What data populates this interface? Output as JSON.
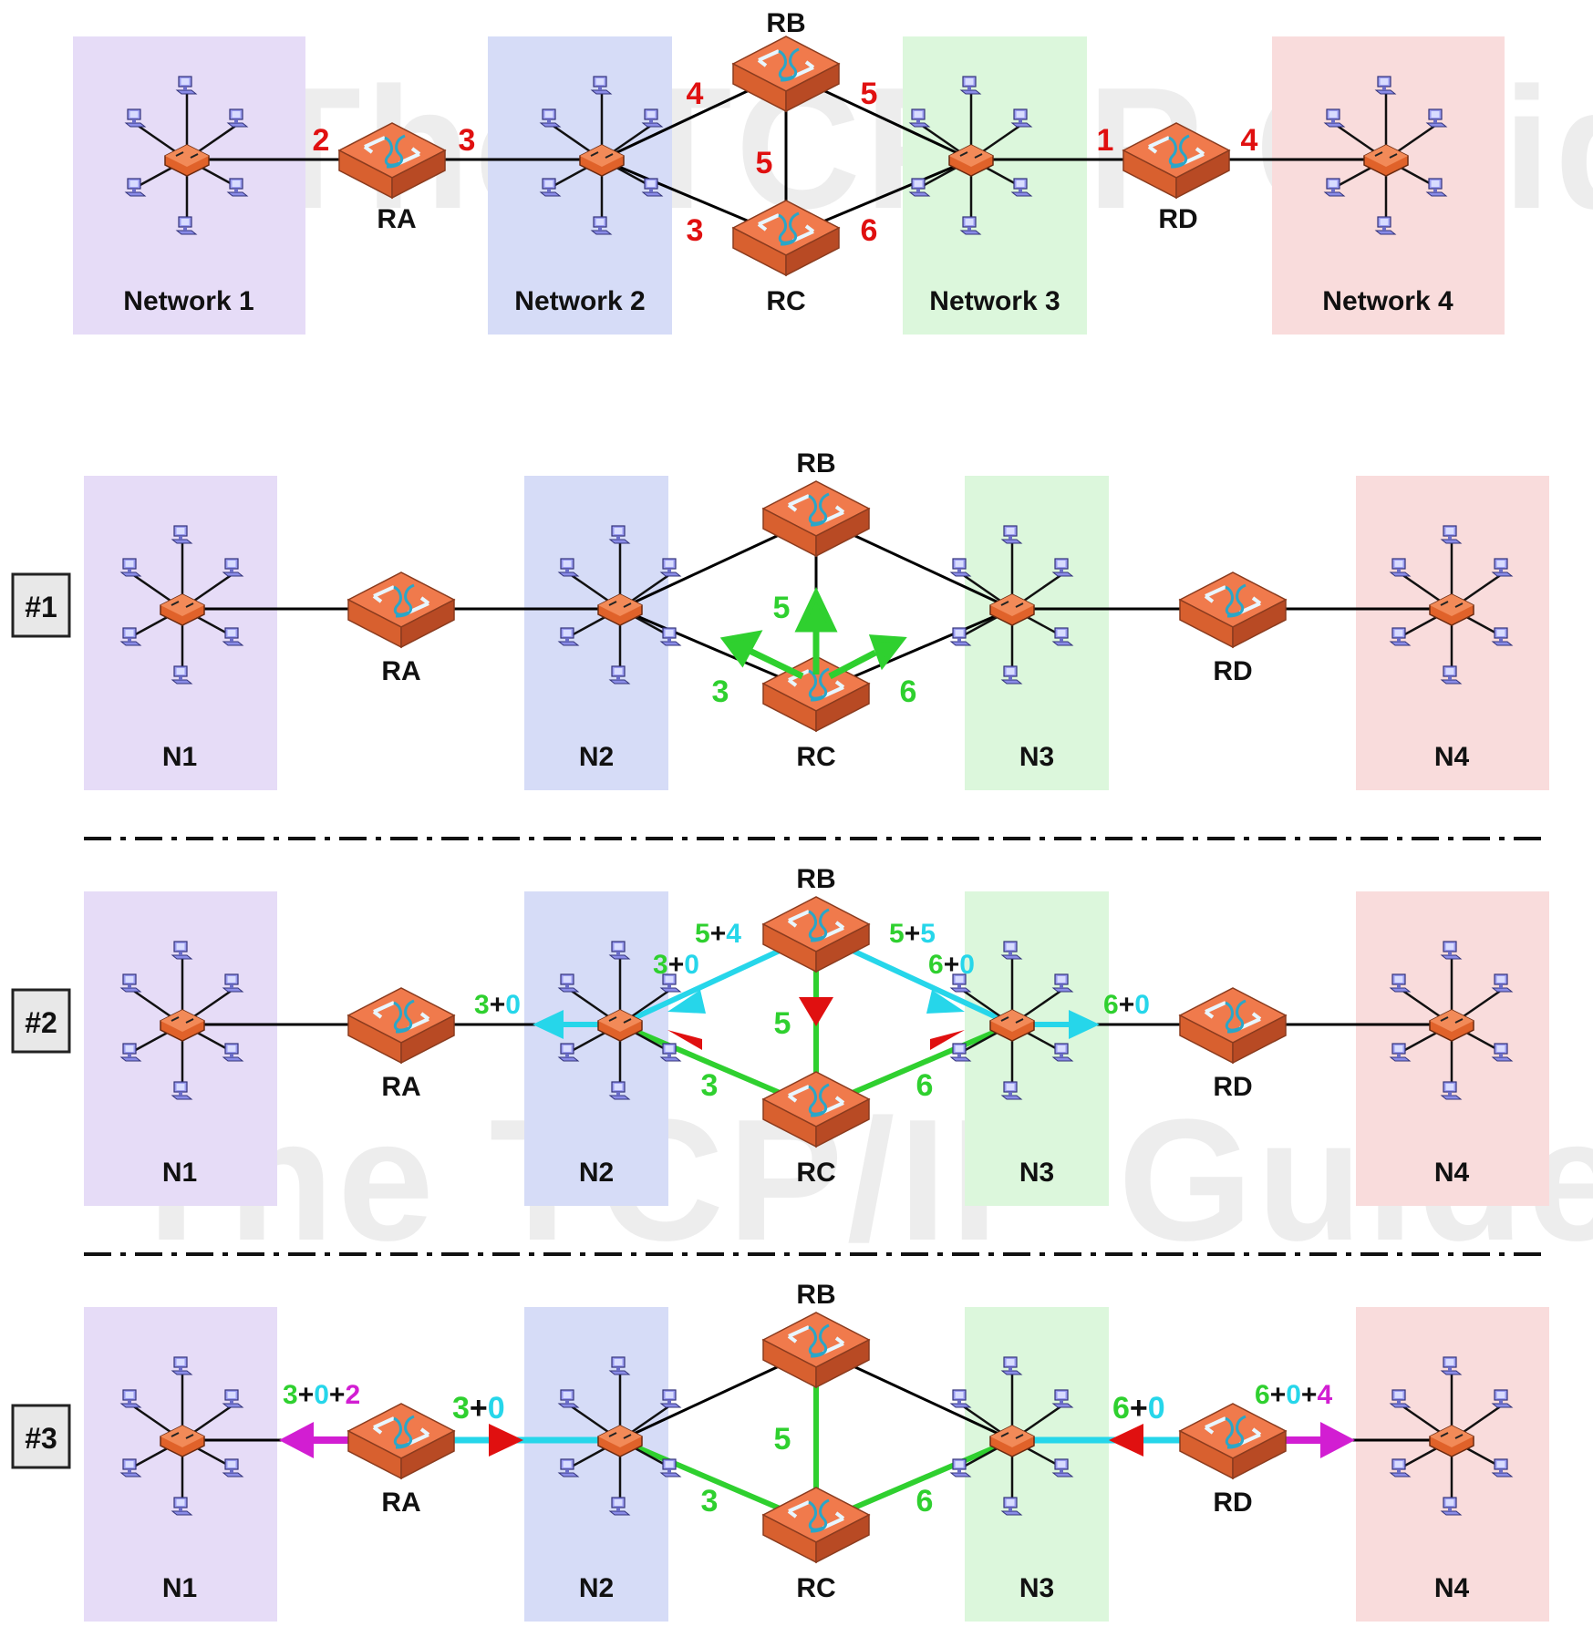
{
  "watermark": "The TCP/IP Guide",
  "colors": {
    "n1": "#e6dcf7",
    "n2": "#d6dcf7",
    "n3": "#dcf7dc",
    "n4": "#f9dcdc",
    "router_fill": "#f07a4c",
    "router_top": "#f6a07e",
    "router_stroke": "#8a3b1e",
    "link": "#000000",
    "metric_red": "#e01010",
    "cost_green": "#2fd02f",
    "cost_cyan": "#26d6ea",
    "cost_magenta": "#d21ed2",
    "arrow_red": "#e01010"
  },
  "top": {
    "networks": [
      "Network 1",
      "Network 2",
      "Network 3",
      "Network 4"
    ],
    "routers": [
      "RA",
      "RB",
      "RC",
      "RD"
    ],
    "metrics": {
      "ra_n1": "2",
      "ra_n2": "3",
      "rb_n2": "4",
      "rb_n3": "5",
      "rb_rc": "5",
      "rc_n2": "3",
      "rc_n3": "6",
      "rd_n3": "1",
      "rd_n4": "4"
    }
  },
  "steps": [
    {
      "label": "#1",
      "networks": [
        "N1",
        "N2",
        "N3",
        "N4"
      ],
      "routers": [
        "RA",
        "RB",
        "RC",
        "RD"
      ],
      "costs": {
        "to_n2": "3",
        "to_rb": "5",
        "to_n3": "6"
      }
    },
    {
      "label": "#2",
      "networks": [
        "N1",
        "N2",
        "N3",
        "N4"
      ],
      "routers": [
        "RA",
        "RB",
        "RC",
        "RD"
      ],
      "costs": {
        "rc_n2": "3",
        "rc_rb": "5",
        "rc_n3": "6",
        "n2_rb_a": "5",
        "n2_rb_b": "4",
        "n2_a": "3",
        "n2_b": "0",
        "rb_n3_a": "5",
        "rb_n3_b": "5",
        "n3_a": "6",
        "n3_b": "0",
        "ra_a": "3",
        "ra_b": "0",
        "rd_a": "6",
        "rd_b": "0"
      }
    },
    {
      "label": "#3",
      "networks": [
        "N1",
        "N2",
        "N3",
        "N4"
      ],
      "routers": [
        "RA",
        "RB",
        "RC",
        "RD"
      ],
      "costs": {
        "rc_n2": "3",
        "rc_rb": "5",
        "rc_n3": "6",
        "ra_a": "3",
        "ra_b": "0",
        "n1_a": "3",
        "n1_b": "0",
        "n1_c": "2",
        "rd_a": "6",
        "rd_b": "0",
        "n4_a": "6",
        "n4_b": "0",
        "n4_c": "4"
      }
    }
  ]
}
